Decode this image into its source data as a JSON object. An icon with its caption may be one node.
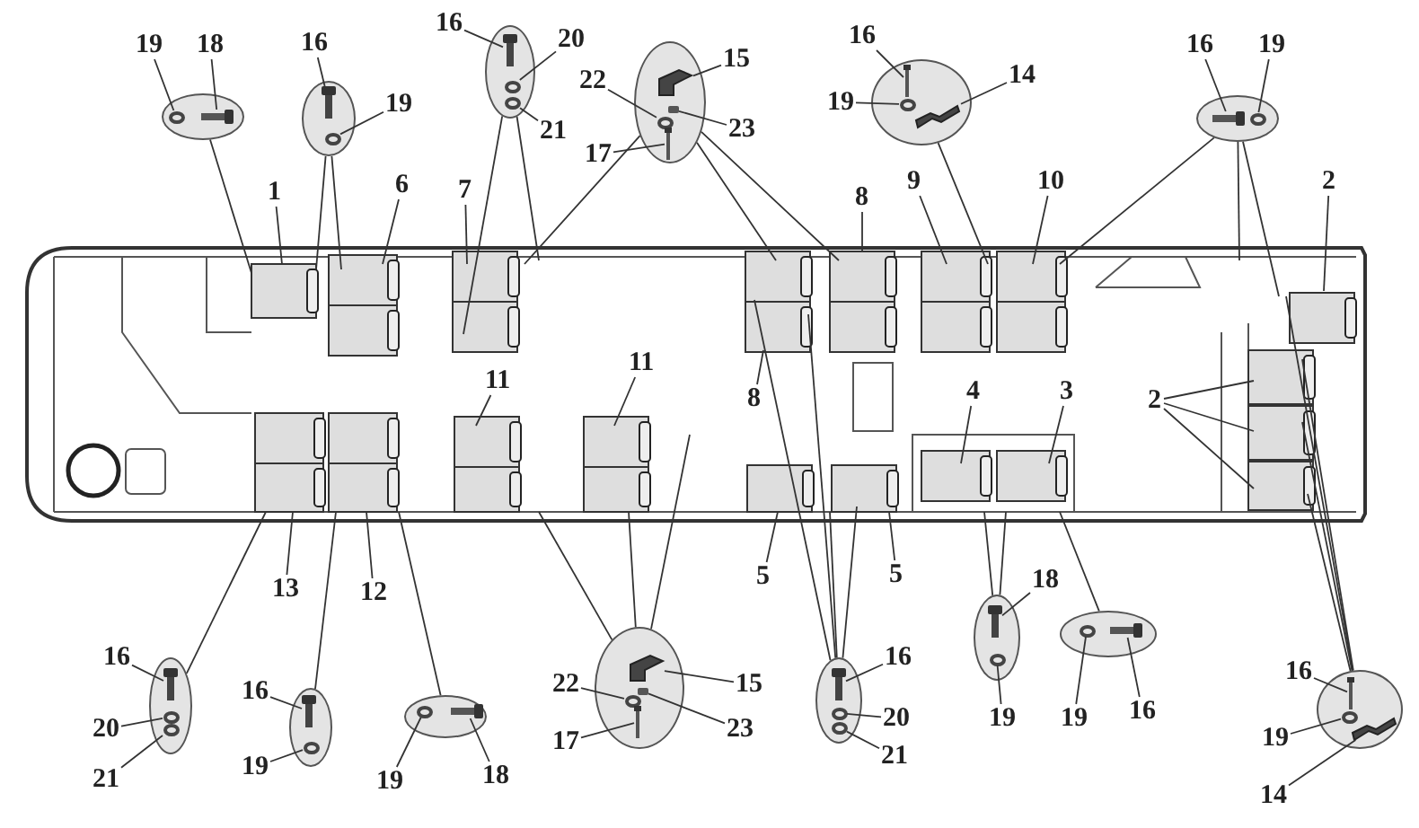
{
  "diagram": {
    "nodes": [
      {
        "text": [],
        "shape": "ellipse"
      },
      {
        "text": [
          "19"
        ]
      },
      {
        "text": [
          "18"
        ]
      },
      {
        "text": [],
        "shape": "ellipse"
      },
      {
        "text": [
          "16"
        ]
      },
      {
        "text": [
          "19"
        ]
      },
      {
        "text": [],
        "shape": "ellipse"
      },
      {
        "text": [
          "16"
        ]
      },
      {
        "text": [
          "20"
        ]
      },
      {
        "text": [
          "21"
        ]
      },
      {
        "text": [],
        "shape": "ellipse"
      },
      {
        "text": [
          "15"
        ]
      },
      {
        "text": [
          "22"
        ]
      },
      {
        "text": [
          "23"
        ]
      },
      {
        "text": [
          "17"
        ]
      },
      {
        "text": [],
        "shape": "ellipse"
      },
      {
        "text": [
          "16"
        ]
      },
      {
        "text": [
          "19"
        ]
      },
      {
        "text": [
          "14"
        ]
      },
      {
        "text": [],
        "shape": "ellipse"
      },
      {
        "text": [
          "16"
        ]
      },
      {
        "text": [
          "19"
        ]
      },
      {
        "text": [
          "1"
        ]
      },
      {
        "text": [
          "6"
        ]
      },
      {
        "text": [
          "7"
        ]
      },
      {
        "text": [
          "8"
        ]
      },
      {
        "text": [
          "9"
        ]
      },
      {
        "text": [
          "10"
        ]
      },
      {
        "text": [
          "2"
        ]
      },
      {
        "text": [
          "11"
        ]
      },
      {
        "text": [
          "11"
        ]
      },
      {
        "text": [
          "8"
        ]
      },
      {
        "text": [
          "4"
        ]
      },
      {
        "text": [
          "3"
        ]
      },
      {
        "text": [
          "2"
        ]
      },
      {
        "text": [
          "13"
        ]
      },
      {
        "text": [
          "12"
        ]
      },
      {
        "text": [
          "5"
        ]
      },
      {
        "text": [
          "5"
        ]
      },
      {
        "text": [],
        "shape": "ellipse"
      },
      {
        "text": [
          "16"
        ]
      },
      {
        "text": [
          "20"
        ]
      },
      {
        "text": [
          "21"
        ]
      },
      {
        "text": [],
        "shape": "ellipse"
      },
      {
        "text": [
          "16"
        ]
      },
      {
        "text": [
          "19"
        ]
      },
      {
        "text": [],
        "shape": "ellipse"
      },
      {
        "text": [
          "19"
        ]
      },
      {
        "text": [
          "18"
        ]
      },
      {
        "text": [],
        "shape": "ellipse"
      },
      {
        "text": [
          "22"
        ]
      },
      {
        "text": [
          "15"
        ]
      },
      {
        "text": [
          "23"
        ]
      },
      {
        "text": [
          "17"
        ]
      },
      {
        "text": [],
        "shape": "ellipse"
      },
      {
        "text": [
          "16"
        ]
      },
      {
        "text": [
          "20"
        ]
      },
      {
        "text": [
          "21"
        ]
      },
      {
        "text": [],
        "shape": "ellipse"
      },
      {
        "text": [
          "18"
        ]
      },
      {
        "text": [
          "19"
        ]
      },
      {
        "text": [],
        "shape": "ellipse"
      },
      {
        "text": [
          "19"
        ]
      },
      {
        "text": [
          "16"
        ]
      },
      {
        "text": [],
        "shape": "ellipse"
      },
      {
        "text": [
          "16"
        ]
      },
      {
        "text": [
          "19"
        ]
      },
      {
        "text": [
          "14"
        ]
      },
      {
        "text": [],
        "shape": "washer",
        "in": 0
      },
      {
        "text": [],
        "shape": "bolt",
        "in": 0
      },
      {
        "text": [],
        "shape": "bolt",
        "in": 3
      },
      {
        "text": [],
        "shape": "washer",
        "in": 3
      },
      {
        "text": [],
        "shape": "bolt",
        "in": 6
      },
      {
        "text": [],
        "shape": "washer",
        "in": 6
      },
      {
        "text": [],
        "shape": "washer",
        "in": 6
      },
      {
        "text": [],
        "shape": "bracket",
        "in": 10
      },
      {
        "text": [],
        "shape": "nut",
        "in": 10
      },
      {
        "text": [],
        "shape": "washer",
        "in": 10
      },
      {
        "text": [],
        "shape": "screw",
        "in": 10
      },
      {
        "text": [],
        "shape": "screw",
        "in": 15
      },
      {
        "text": [],
        "shape": "washer",
        "in": 15
      },
      {
        "text": [],
        "shape": "bracket",
        "in": 15
      },
      {
        "text": [],
        "shape": "bolt",
        "in": 19
      },
      {
        "text": [],
        "shape": "washer",
        "in": 19
      },
      {
        "text": [],
        "shape": "bolt",
        "in": 39
      },
      {
        "text": [],
        "shape": "washer",
        "in": 39
      },
      {
        "text": [],
        "shape": "washer",
        "in": 39
      },
      {
        "text": [],
        "shape": "bolt",
        "in": 43
      },
      {
        "text": [],
        "shape": "washer",
        "in": 43
      },
      {
        "text": [],
        "shape": "washer",
        "in": 46
      },
      {
        "text": [],
        "shape": "bolt",
        "in": 46
      },
      {
        "text": [],
        "shape": "bracket",
        "in": 49
      },
      {
        "text": [],
        "shape": "nut",
        "in": 49
      },
      {
        "text": [],
        "shape": "washer",
        "in": 49
      },
      {
        "text": [],
        "shape": "screw",
        "in": 49
      },
      {
        "text": [],
        "shape": "bolt",
        "in": 54
      },
      {
        "text": [],
        "shape": "washer",
        "in": 54
      },
      {
        "text": [],
        "shape": "washer",
        "in": 54
      },
      {
        "text": [],
        "shape": "bolt",
        "in": 58
      },
      {
        "text": [],
        "shape": "washer",
        "in": 58
      },
      {
        "text": [],
        "shape": "washer",
        "in": 61
      },
      {
        "text": [],
        "shape": "bolt",
        "in": 61
      },
      {
        "text": [],
        "shape": "screw",
        "in": 64
      },
      {
        "text": [],
        "shape": "washer",
        "in": 64
      },
      {
        "text": [],
        "shape": "bracket",
        "in": 64
      }
    ],
    "edges": [
      {
        "from": 1,
        "to": 68,
        "arrow": "none"
      },
      {
        "from": 2,
        "to": 69,
        "arrow": "none"
      },
      {
        "from": 4,
        "to": 70,
        "arrow": "none"
      },
      {
        "from": 5,
        "to": 71,
        "arrow": "none"
      },
      {
        "from": 7,
        "to": 72,
        "arrow": "none"
      },
      {
        "from": 8,
        "to": 73,
        "arrow": "none"
      },
      {
        "from": 9,
        "to": 74,
        "arrow": "none"
      },
      {
        "from": 11,
        "to": 75,
        "arrow": "none"
      },
      {
        "from": 12,
        "to": 77,
        "arrow": "none"
      },
      {
        "from": 13,
        "to": 76,
        "arrow": "none"
      },
      {
        "from": 14,
        "to": 78,
        "arrow": "none"
      },
      {
        "from": 16,
        "to": 79,
        "arrow": "none"
      },
      {
        "from": 17,
        "to": 80,
        "arrow": "none"
      },
      {
        "from": 18,
        "to": 81,
        "arrow": "none"
      },
      {
        "from": 20,
        "to": 82,
        "arrow": "none"
      },
      {
        "from": 21,
        "to": 83,
        "arrow": "none"
      },
      {
        "from": 40,
        "to": 84,
        "arrow": "none"
      },
      {
        "from": 41,
        "to": 85,
        "arrow": "none"
      },
      {
        "from": 42,
        "to": 86,
        "arrow": "none"
      },
      {
        "from": 44,
        "to": 87,
        "arrow": "none"
      },
      {
        "from": 45,
        "to": 88,
        "arrow": "none"
      },
      {
        "from": 47,
        "to": 89,
        "arrow": "none"
      },
      {
        "from": 48,
        "to": 90,
        "arrow": "none"
      },
      {
        "from": 50,
        "to": 93,
        "arrow": "none"
      },
      {
        "from": 51,
        "to": 91,
        "arrow": "none"
      },
      {
        "from": 52,
        "to": 92,
        "arrow": "none"
      },
      {
        "from": 53,
        "to": 94,
        "arrow": "none"
      },
      {
        "from": 55,
        "to": 95,
        "arrow": "none"
      },
      {
        "from": 56,
        "to": 96,
        "arrow": "none"
      },
      {
        "from": 57,
        "to": 97,
        "arrow": "none"
      },
      {
        "from": 59,
        "to": 98,
        "arrow": "none"
      },
      {
        "from": 60,
        "to": 99,
        "arrow": "none"
      },
      {
        "from": 62,
        "to": 100,
        "arrow": "none"
      },
      {
        "from": 63,
        "to": 101,
        "arrow": "none"
      },
      {
        "from": 65,
        "to": 102,
        "arrow": "none"
      },
      {
        "from": 66,
        "to": 103,
        "arrow": "none"
      },
      {
        "from": 67,
        "to": 104,
        "arrow": "none"
      },
      {
        "from": 22,
        "to": null,
        "arrow": "none"
      },
      {
        "from": 23,
        "to": null,
        "arrow": "none"
      },
      {
        "from": 24,
        "to": null,
        "arrow": "none"
      },
      {
        "from": 25,
        "to": null,
        "arrow": "none"
      },
      {
        "from": 26,
        "to": null,
        "arrow": "none"
      },
      {
        "from": 27,
        "to": null,
        "arrow": "none"
      },
      {
        "from": 28,
        "to": null,
        "arrow": "none"
      },
      {
        "from": 29,
        "to": null,
        "arrow": "none"
      },
      {
        "from": 30,
        "to": null,
        "arrow": "none"
      },
      {
        "from": 31,
        "to": null,
        "arrow": "none"
      },
      {
        "from": 32,
        "to": null,
        "arrow": "none"
      },
      {
        "from": 33,
        "to": null,
        "arrow": "none"
      },
      {
        "from": 34,
        "to": null,
        "arrow": "none"
      },
      {
        "from": 34,
        "to": null,
        "arrow": "none"
      },
      {
        "from": 34,
        "to": null,
        "arrow": "none"
      },
      {
        "from": 35,
        "to": null,
        "arrow": "none"
      },
      {
        "from": 36,
        "to": null,
        "arrow": "none"
      },
      {
        "from": 37,
        "to": null,
        "arrow": "none"
      },
      {
        "from": 38,
        "to": null,
        "arrow": "none"
      },
      {
        "from": 0,
        "to": null,
        "arrow": "none"
      },
      {
        "from": 3,
        "to": null,
        "arrow": "none"
      },
      {
        "from": 3,
        "to": null,
        "arrow": "none"
      },
      {
        "from": 6,
        "to": null,
        "arrow": "none"
      },
      {
        "from": 6,
        "to": null,
        "arrow": "none"
      },
      {
        "from": 10,
        "to": null,
        "arrow": "none"
      },
      {
        "from": 10,
        "to": null,
        "arrow": "none"
      },
      {
        "from": 10,
        "to": null,
        "arrow": "none"
      },
      {
        "from": 15,
        "to": null,
        "arrow": "none"
      },
      {
        "from": 19,
        "to": null,
        "arrow": "none"
      },
      {
        "from": 19,
        "to": null,
        "arrow": "none"
      },
      {
        "from": 19,
        "to": null,
        "arrow": "none"
      },
      {
        "from": 39,
        "to": null,
        "arrow": "none"
      },
      {
        "from": 43,
        "to": null,
        "arrow": "none"
      },
      {
        "from": 46,
        "to": null,
        "arrow": "none"
      },
      {
        "from": 49,
        "to": null,
        "arrow": "none"
      },
      {
        "from": 49,
        "to": null,
        "arrow": "none"
      },
      {
        "from": 49,
        "to": null,
        "arrow": "none"
      },
      {
        "from": 54,
        "to": null,
        "arrow": "none"
      },
      {
        "from": 54,
        "to": null,
        "arrow": "none"
      },
      {
        "from": 54,
        "to": null,
        "arrow": "none"
      },
      {
        "from": 54,
        "to": null,
        "arrow": "none"
      },
      {
        "from": 58,
        "to": null,
        "arrow": "none"
      },
      {
        "from": 58,
        "to": null,
        "arrow": "none"
      },
      {
        "from": 61,
        "to": null,
        "arrow": "none"
      },
      {
        "from": 64,
        "to": null,
        "arrow": "none"
      },
      {
        "from": 64,
        "to": null,
        "arrow": "none"
      },
      {
        "from": 64,
        "to": null,
        "arrow": "none"
      },
      {
        "from": 64,
        "to": null,
        "arrow": "none"
      }
    ]
  }
}
